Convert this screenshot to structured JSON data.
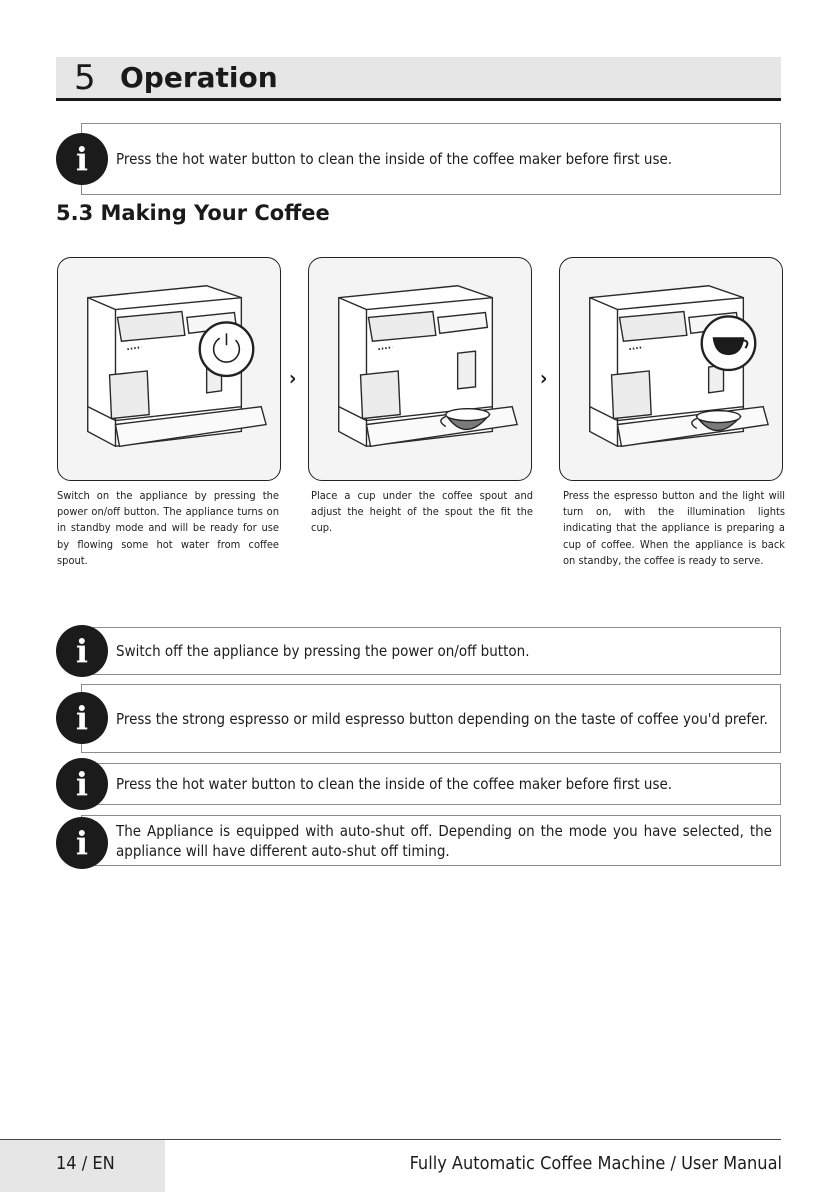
{
  "header": {
    "number": "5",
    "title": "Operation"
  },
  "notes": {
    "first": "Press the hot water button to clean the inside of the coffee maker before first use.",
    "bottom": [
      "Switch off the appliance by pressing the power on/off button.",
      "Press the strong espresso or mild espresso button depending on the taste of coffee you'd prefer.",
      "Press the hot water button to clean the inside of the coffee maker before first use.",
      "The Appliance is equipped with auto-shut off. Depending on the mode you have selected, the appliance will have different auto-shut off timing."
    ]
  },
  "subsection": {
    "title": "5.3 Making Your Coffee"
  },
  "steps": [
    {
      "illustration": "power-button-icon",
      "caption": "Switch on the appliance by pressing the power on/off button. The appliance turns on in standby mode and will be ready for use by flowing some hot water from coffee spout."
    },
    {
      "illustration": "cup-icon",
      "caption": "Place a cup under the coffee spout and adjust the height of the spout the fit the cup."
    },
    {
      "illustration": "espresso-icon",
      "caption": "Press the espresso button and the light will turn on, with the illumination lights indicating that the appliance is preparing a cup of coffee. When the appliance is back on standby, the coffee is ready to serve."
    }
  ],
  "arrow_glyph": "›",
  "info_glyph": "i",
  "footer": {
    "page": "14 / EN",
    "title": "Fully Automatic Coffee Machine / User Manual"
  }
}
